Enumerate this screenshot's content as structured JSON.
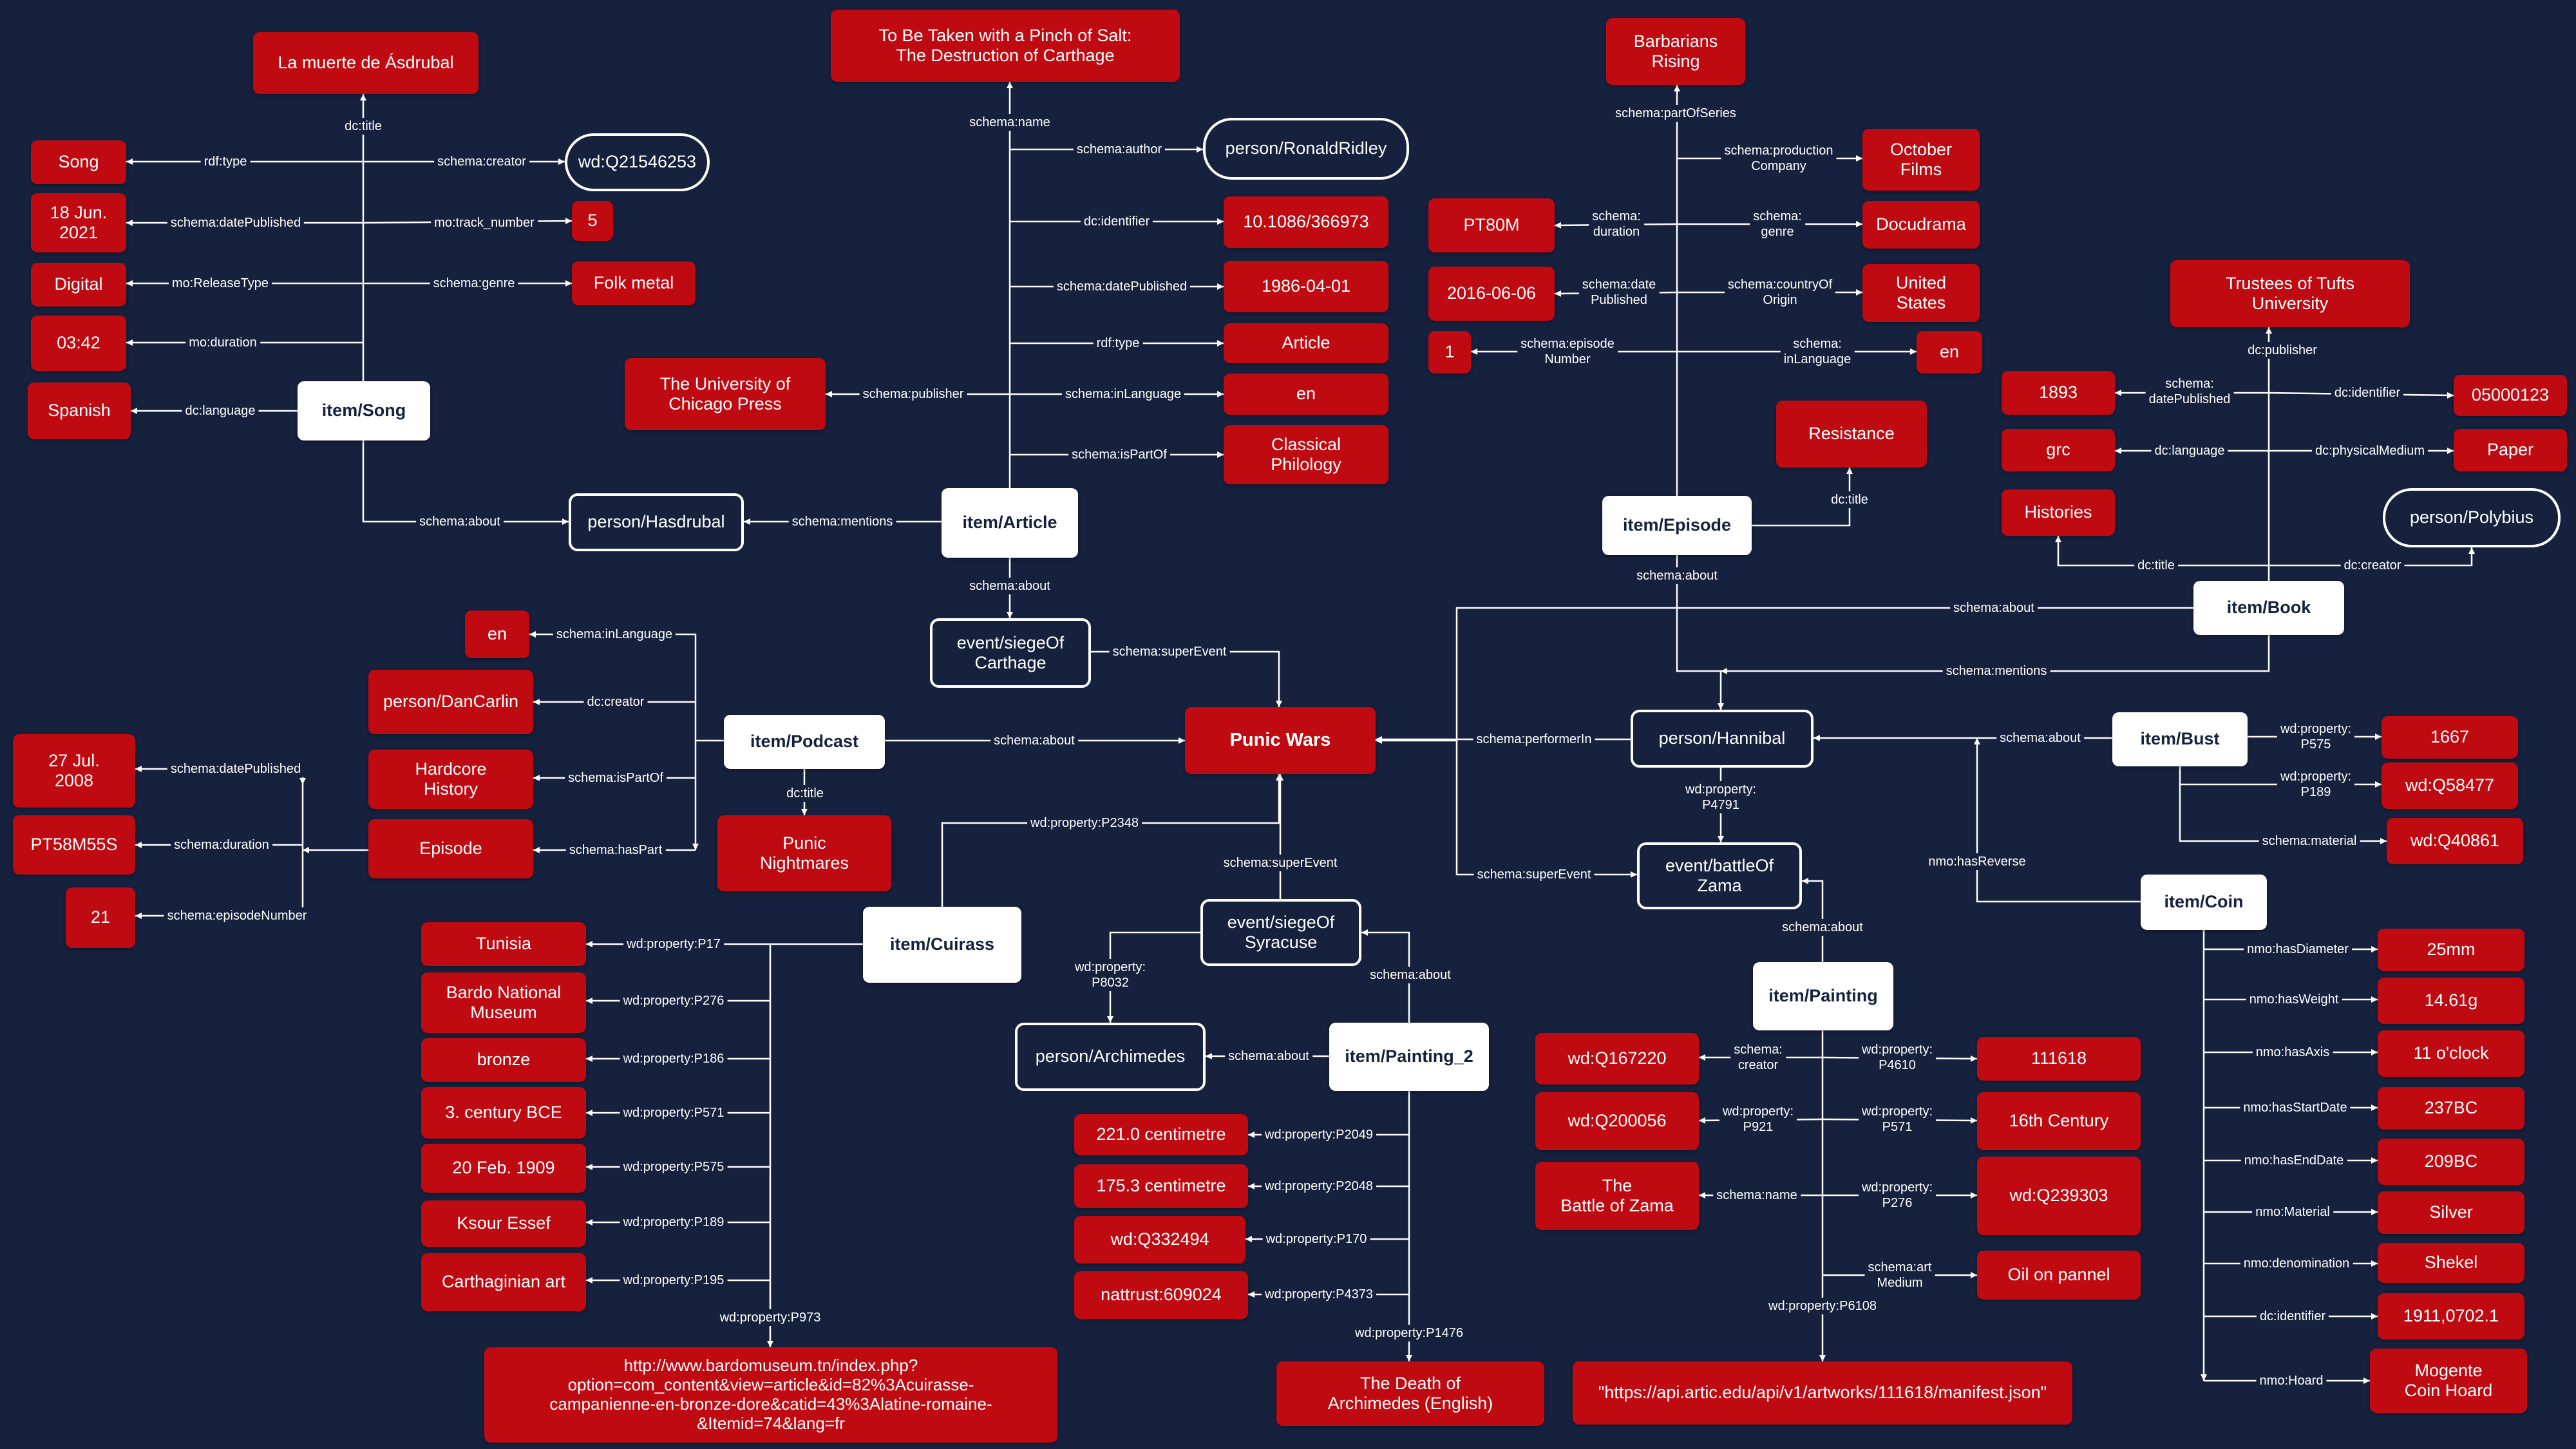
{
  "colors": {
    "background": "#16213e",
    "literal": "#bf0a12",
    "entity": "#ffffff",
    "text_dark": "#16213e",
    "edge": "#ffffff"
  },
  "nodes": {
    "muerte": "La muerte de Ásdrubal",
    "song_type": "Song",
    "song_date": "18 Jun.\n2021",
    "digital": "Digital",
    "duration_song": "03:42",
    "spanish": "Spanish",
    "wd_creator": "wd:Q21546253",
    "track5": "5",
    "folk_metal": "Folk metal",
    "item_song": "item/Song",
    "salt": "To Be Taken with a Pinch of Salt:\nThe Destruction of Carthage",
    "ridley": "person/RonaldRidley",
    "doi": "10.1086/366973",
    "art_date": "1986-04-01",
    "article_type": "Article",
    "art_en": "en",
    "class_phil": "Classical\nPhilology",
    "chicago": "The University of\nChicago Press",
    "hasdrubal": "person/Hasdrubal",
    "item_article": "item/Article",
    "siege_carthage": "event/siegeOf\nCarthage",
    "punic_wars": "Punic Wars",
    "barbarians": "Barbarians\nRising",
    "october": "October\nFilms",
    "docudrama": "Docudrama",
    "united_states": "United\nStates",
    "ep_en": "en",
    "pt80m": "PT80M",
    "ep_date": "2016-06-06",
    "ep_num": "1",
    "resistance": "Resistance",
    "item_episode": "item/Episode",
    "tufts": "Trustees of Tufts\nUniversity",
    "y1893": "1893",
    "bk_id": "05000123",
    "grc": "grc",
    "paper": "Paper",
    "histories": "Histories",
    "polybius": "person/Polybius",
    "item_book": "item/Book",
    "pod_en": "en",
    "carlin": "person/DanCarlin",
    "hardcore": "Hardcore\nHistory",
    "episode": "Episode",
    "item_podcast": "item/Podcast",
    "punic_nightmares": "Punic\nNightmares",
    "pod_date": "27 Jul.\n2008",
    "pod_dur": "PT58M55S",
    "pod_num": "21",
    "hannibal": "person/Hannibal",
    "zama": "event/battleOf\nZama",
    "item_bust": "item/Bust",
    "b1667": "1667",
    "q58477": "wd:Q58477",
    "q40861": "wd:Q40861",
    "item_coin": "item/Coin",
    "c_diam": "25mm",
    "c_weight": "14.61g",
    "c_axis": "11 o'clock",
    "c_start": "237BC",
    "c_end": "209BC",
    "c_mat": "Silver",
    "c_denom": "Shekel",
    "c_id": "1911,0702.1",
    "c_hoard": "Mogente\nCoin Hoard",
    "item_cuirass": "item/Cuirass",
    "tunisia": "Tunisia",
    "bardo": "Bardo National\nMuseum",
    "bronze": "bronze",
    "century3": "3. century BCE",
    "feb1909": "20 Feb. 1909",
    "ksour": "Ksour Essef",
    "carth_art": "Carthaginian art",
    "bardo_url": "http://www.bardomuseum.tn/index.php?\noption=com_content&view=article&id=82%3Acuirasse-\ncampanienne-en-bronze-dore&catid=43%3Alatine-romaine-\n&Itemid=74&lang=fr",
    "siege_syracuse": "event/siegeOf\nSyracuse",
    "archimedes": "person/Archimedes",
    "item_painting2": "item/Painting_2",
    "p2_h": "221.0 centimetre",
    "p2_w": "175.3 centimetre",
    "p2_q": "wd:Q332494",
    "p2_nt": "nattrust:609024",
    "death_arch": "The Death of\nArchimedes (English)",
    "item_painting": "item/Painting",
    "q167220": "wd:Q167220",
    "q200056": "wd:Q200056",
    "battle_zama": "The\nBattle of Zama",
    "p111618": "111618",
    "century16": "16th Century",
    "q239303": "wd:Q239303",
    "oil": "Oil on pannel",
    "artic_url": "\"https://api.artic.edu/api/v1/artworks/111618/manifest.json\""
  },
  "labels": {
    "song_title": "dc:title",
    "song_type": "rdf:type",
    "song_date": "schema:datePublished",
    "song_release": "mo:ReleaseType",
    "song_duration": "mo:duration",
    "song_lang": "dc:language",
    "song_creator": "schema:creator",
    "song_track": "mo:track_number",
    "song_genre": "schema:genre",
    "song_about": "schema:about",
    "art_name": "schema:name",
    "art_author": "schema:author",
    "art_id": "dc:identifier",
    "art_date": "schema:datePublished",
    "art_type": "rdf:type",
    "art_lang": "schema:inLanguage",
    "art_part": "schema:isPartOf",
    "art_pub": "schema:publisher",
    "art_mentions": "schema:mentions",
    "art_about": "schema:about",
    "siege_super": "schema:superEvent",
    "ep_series": "schema:partOfSeries",
    "ep_prod": "schema:production\nCompany",
    "ep_genre": "schema:\ngenre",
    "ep_country": "schema:countryOf\nOrigin",
    "ep_lang": "schema:\ninLanguage",
    "ep_duration": "schema:\nduration",
    "ep_date": "schema:date\nPublished",
    "ep_num": "schema:episode\nNumber",
    "ep_title": "dc:title",
    "ep_about": "schema:about",
    "ep_mentions": "schema:mentions",
    "bk_pub": "dc:publisher",
    "bk_date": "schema:\ndatePublished",
    "bk_id": "dc:identifier",
    "bk_lang": "dc:language",
    "bk_medium": "dc:physicalMedium",
    "bk_title": "dc:title",
    "bk_creator": "dc:creator",
    "bk_about": "schema:about",
    "pod_lang": "schema:inLanguage",
    "pod_creator": "dc:creator",
    "pod_part": "schema:isPartOf",
    "pod_haspart": "schema:hasPart",
    "pod_title": "dc:title",
    "pod_about": "schema:about",
    "pod_date": "schema:datePublished",
    "pod_dur": "schema:duration",
    "pod_num": "schema:episodeNumber",
    "performer": "schema:performerIn",
    "zama_super": "schema:superEvent",
    "hannibal_p4791": "wd:property:\nP4791",
    "bust_about": "schema:about",
    "bust_p575": "wd:property:\nP575",
    "bust_p189": "wd:property:\nP189",
    "bust_mat": "schema:material",
    "coin_reverse": "nmo:hasReverse",
    "c_diam": "nmo:hasDiameter",
    "c_weight": "nmo:hasWeight",
    "c_axis": "nmo:hasAxis",
    "c_start": "nmo:hasStartDate",
    "c_end": "nmo:hasEndDate",
    "c_mat": "nmo:Material",
    "c_denom": "nmo:denomination",
    "c_id": "dc:identifier",
    "c_hoard": "nmo:Hoard",
    "cu_p2348": "wd:property:P2348",
    "cu_p17": "wd:property:P17",
    "cu_p276": "wd:property:P276",
    "cu_p186": "wd:property:P186",
    "cu_p571": "wd:property:P571",
    "cu_p575": "wd:property:P575",
    "cu_p189": "wd:property:P189",
    "cu_p195": "wd:property:P195",
    "cu_p973": "wd:property:P973",
    "syr_super": "schema:superEvent",
    "syr_p8032": "wd:property:\nP8032",
    "p2_about_syr": "schema:about",
    "p2_about_arch": "schema:about",
    "p2_p2049": "wd:property:P2049",
    "p2_p2048": "wd:property:P2048",
    "p2_p170": "wd:property:P170",
    "p2_p4373": "wd:property:P4373",
    "p2_p1476": "wd:property:P1476",
    "pt_about": "schema:about",
    "pt_creator": "schema:\ncreator",
    "pt_p921": "wd:property:\nP921",
    "pt_name": "schema:name",
    "pt_p4610": "wd:property:\nP4610",
    "pt_p571": "wd:property:\nP571",
    "pt_p276": "wd:property:\nP276",
    "pt_medium": "schema:art\nMedium",
    "pt_p6108": "wd:property:P6108"
  }
}
